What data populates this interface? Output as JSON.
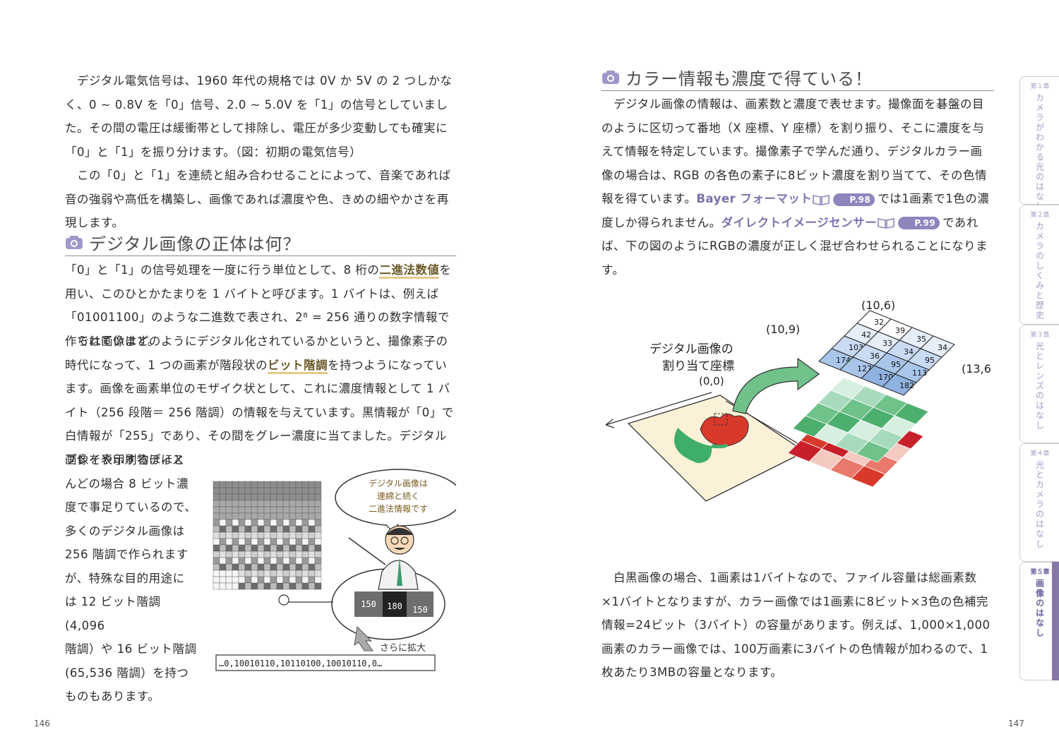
{
  "left_page": {
    "intro_paragraph_1": "デジタル電気信号は、1960 年代の規格では 0V か 5V の 2 つしかなく、0 ~ 0.8V を「0」信号、2.0 ~ 5.0V を「1」の信号としていました。その間の電圧は緩衝帯として排除し、電圧が多少変動しても確実に「0」と「1」を振り分けます。（図：初期の電気信号）",
    "intro_paragraph_2": "この「0」と「1」を連続と組み合わせることによって、音楽であれば音の強弱や高低を構築し、画像であれば濃度や色、きめの細やかさを再現します。",
    "section_heading": "デジタル画像の正体は何？",
    "section_p1_a": "「0」と「1」の信号処理を一度に行う単位として、8 桁の",
    "section_p1_hl": "二進法数値",
    "section_p1_b": "を用い、このひとかたまりを 1 バイトと呼びます。1 バイトは、例えば「01001100」のような二進数で表され、2⁸ = 256 通りの数字情報で作られています。",
    "section_p2_a": "では画像はどのようにデジタル化されているかというと、撮像素子の時代になって、1 つの画素が階段状の",
    "section_p2_hl": "ビット階調",
    "section_p2_b": "を持つようになっています。画像を画素単位のモザイク状として、これに濃度情報として 1 バイト（256 段階＝ 256 階調）の情報を与えています。黒情報が「0」で白情報が「255」であり、その間をグレー濃度に当てました。デジタル画像を表示するディス",
    "narrow_lines": [
      "プレイや印刷物はほと",
      "んどの場合 8 ビット濃",
      "度で事足りているので、",
      "多くのデジタル画像は",
      "256 階調で作られます",
      "が、特殊な目的用途に",
      "は 12 ビット階調(4,096",
      "階調）や 16 ビット階調",
      "(65,536 階調）を持つ",
      "ものもあります。"
    ],
    "figure": {
      "speech_bubble": [
        "デジタル画像は",
        "連綿と続く",
        "二進法情報です"
      ],
      "pixel_values": [
        "150",
        "180",
        "150"
      ],
      "zoom_label": "さらに拡大",
      "binary_strip": "…0,10010110,10110100,10010110,0…"
    },
    "page_number": "146"
  },
  "right_page": {
    "section_heading": "カラー情報も濃度で得ている！",
    "paragraph_1_a": "デジタル画像の情報は、画素数と濃度で表せます。撮像面を碁盤の目のように区切って番地（X 座標、Y 座標）を割り振り、そこに濃度を与えて情報を特定しています。撮像素子で学んだ通り、デジタルカラー画像の場合は、RGB の各色の素子に8ビット濃度を割り当てて、その色情報を得ています。",
    "paragraph_1_ref1": "Bayer フォーマット",
    "paragraph_1_ref1_page": "P.98",
    "paragraph_1_b": "では1画素で1色の濃度しか得られません。",
    "paragraph_1_ref2": "ダイレクトイメージセンサー",
    "paragraph_1_ref2_page": "P.99",
    "paragraph_1_c": "であれば、下の図のようにRGBの濃度が正しく混ぜ合わせられることになります。",
    "figure": {
      "label_lines": [
        "デジタル画像の",
        "割り当て座標"
      ],
      "origin": "(0,0)",
      "coord_top": "(10,6)",
      "coord_left": "(10,9)",
      "coord_right": "(13,6",
      "grid_values": [
        "32",
        "39",
        "35",
        "34",
        "42",
        "33",
        "34",
        "95",
        "103",
        "36",
        "95",
        "113",
        "174",
        "127",
        "170",
        "182"
      ]
    },
    "paragraph_2": "白黒画像の場合、1画素は1バイトなので、ファイル容量は総画素数×1バイトとなりますが、カラー画像では1画素に8ビット×3色の色補完情報=24ビット（3バイト）の容量があります。例えば、1,000×1,000画素のカラー画像では、100万画素に3バイトの色情報が加わるので、1枚あたり3MBの容量となります。",
    "page_number": "147"
  },
  "side_tabs": [
    {
      "num": "第１章",
      "label": "カメラがわかる光のはなし",
      "active": false
    },
    {
      "num": "第２章",
      "label": "カメラのしくみと歴史",
      "active": false
    },
    {
      "num": "第３章",
      "label": "光とレンズのはなし",
      "active": false
    },
    {
      "num": "第４章",
      "label": "光とカメラのはなし",
      "active": false
    },
    {
      "num": "第５章",
      "label": "画像のはなし",
      "active": true
    }
  ],
  "colors": {
    "accent_purple": "#8d86bc",
    "highlight_underline": "#e7c98a",
    "tulip_red": "#d8392b",
    "leaf_green": "#3fae6a",
    "grid_blue": "#a9c6ea"
  }
}
